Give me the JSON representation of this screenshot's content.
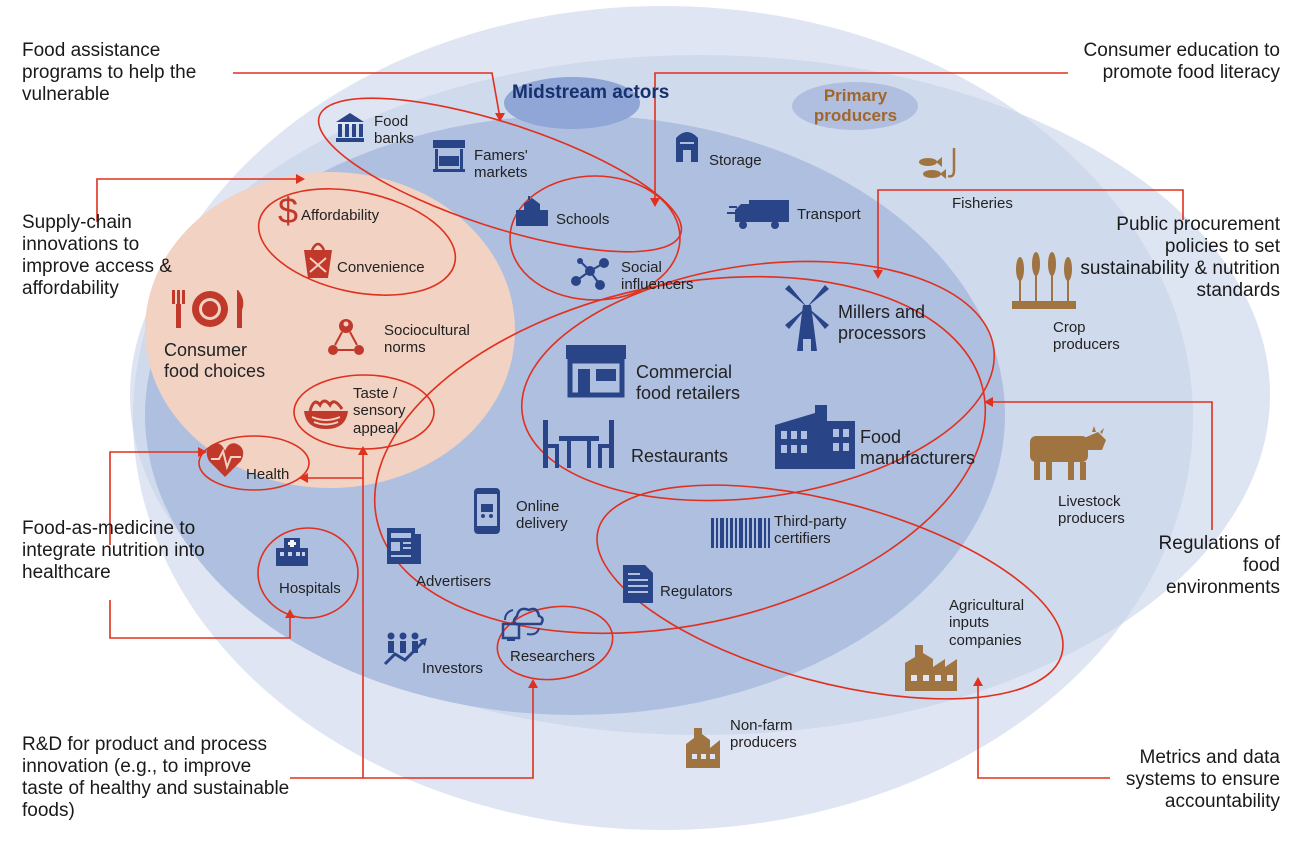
{
  "regions": {
    "midstream": "Midstream actors",
    "primary": "Primary producers",
    "consumer": "Consumer food choices"
  },
  "consumer_nodes": {
    "affordability": "Affordability",
    "convenience": "Convenience",
    "sociocultural": "Sociocultural norms",
    "taste": "Taste / sensory appeal",
    "health": "Health"
  },
  "midstream_nodes": {
    "food_banks": "Food banks",
    "farmers_markets": "Famers' markets",
    "schools": "Schools",
    "social_influencers": "Social influencers",
    "storage": "Storage",
    "transport": "Transport",
    "millers": "Millers and processors",
    "retailers": "Commercial food retailers",
    "restaurants": "Restaurants",
    "manufacturers": "Food manufacturers",
    "online": "Online delivery",
    "advertisers": "Advertisers",
    "certifiers": "Third-party certifiers",
    "regulators": "Regulators",
    "hospitals": "Hospitals",
    "investors": "Investors",
    "researchers": "Researchers"
  },
  "primary_nodes": {
    "fisheries": "Fisheries",
    "crop": "Crop producers",
    "livestock": "Livestock producers",
    "agri_inputs": "Agricultural inputs companies",
    "nonfarm": "Non-farm producers"
  },
  "interventions": {
    "food_assistance": "Food assistance programs to help the vulnerable",
    "supply_chain": "Supply-chain innovations to improve access & affordability",
    "food_as_medicine": "Food-as-medicine to integrate nutrition into healthcare",
    "rnd": "R&D for product and process innovation (e.g., to improve taste of healthy and sustainable foods)",
    "consumer_education": "Consumer education to promote food literacy",
    "public_procurement": "Public procurement policies to set sustainability & nutrition standards",
    "regulations": "Regulations of food environments",
    "metrics": "Metrics and data systems to ensure accountability"
  },
  "colors": {
    "outer_ellipse": "#dfe5f2",
    "primary_ellipse": "#c7d2e9",
    "midstream_ellipse": "#aebfe0",
    "consumer_ellipse": "#f1d2c3",
    "accent_red": "#e0301e",
    "icon_navy": "#2a4488",
    "icon_brown": "#a07440",
    "consumer_red": "#c0392b"
  }
}
